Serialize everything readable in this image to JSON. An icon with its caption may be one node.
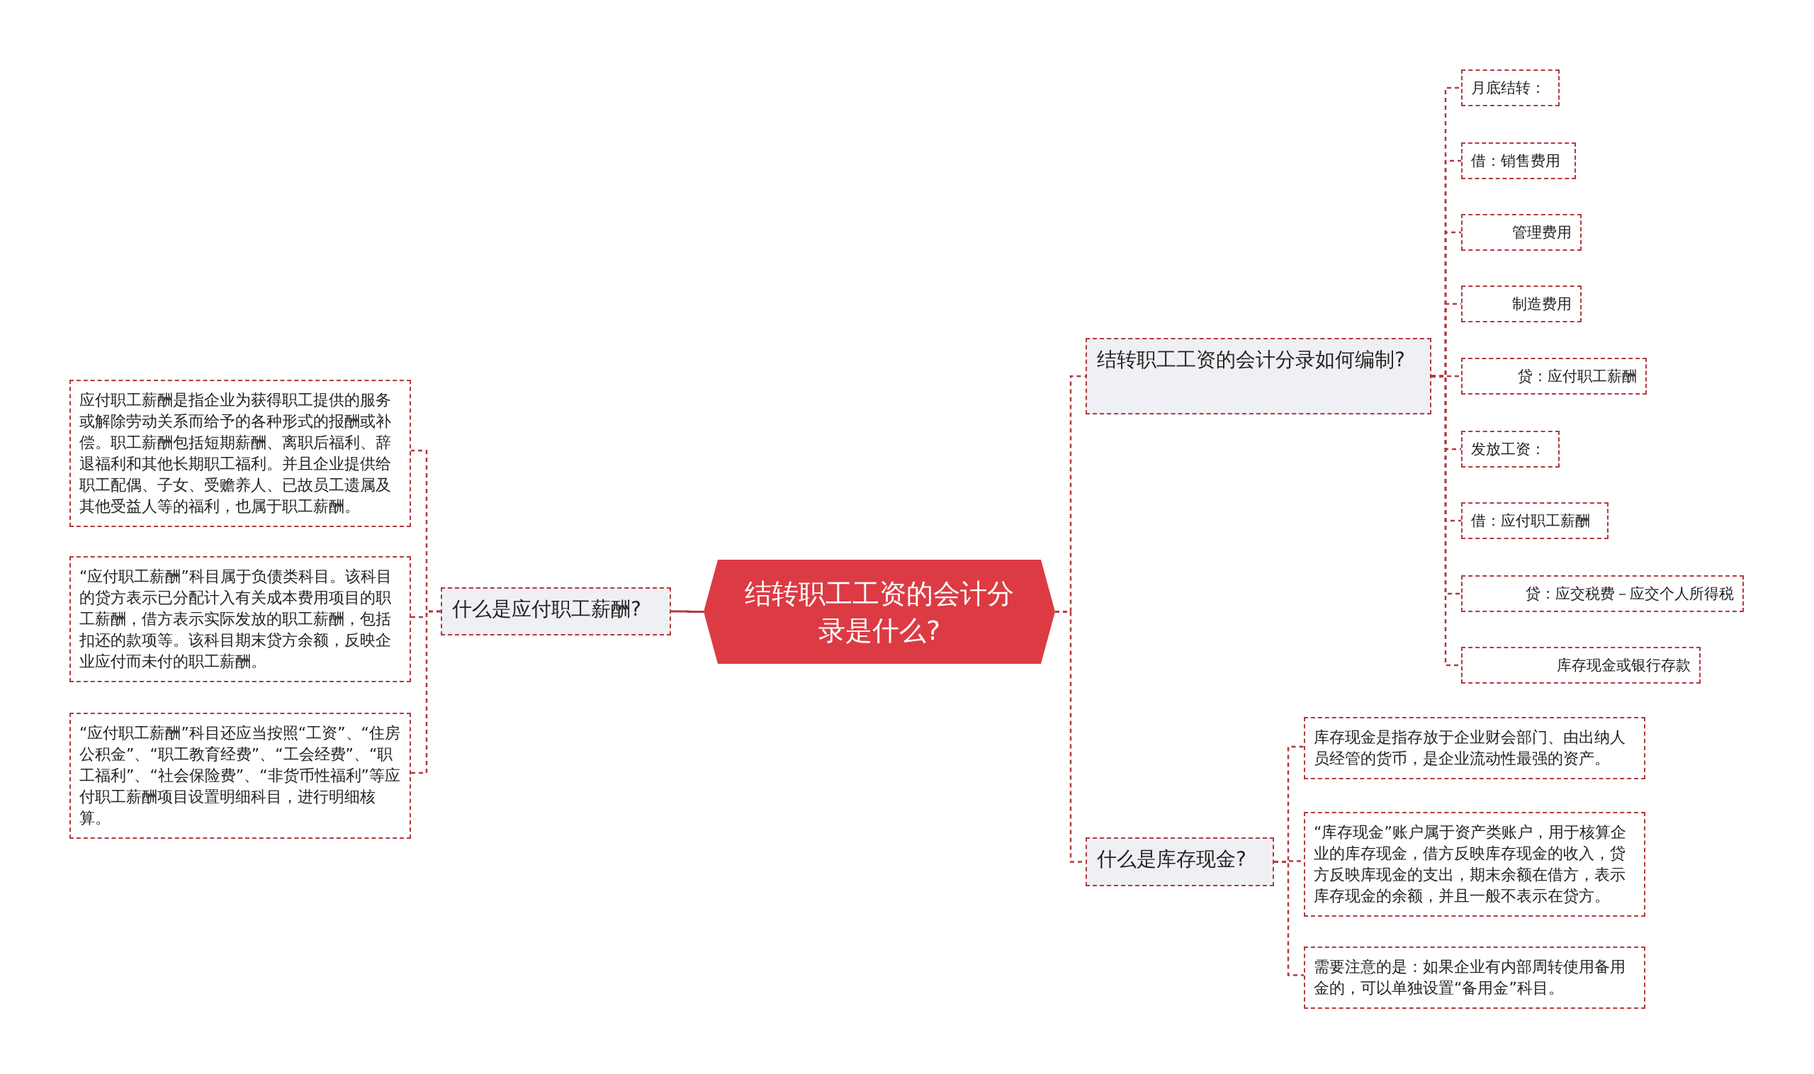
{
  "diagram": {
    "nodes": [
      {
        "text": [
          "结转职工工资的会计分录是什么?"
        ]
      },
      {
        "text": [
          "什么是应付职工薪酬?"
        ]
      },
      {
        "text": [
          "应付职工薪酬是指企业为获得职工提供的服务或解除劳动关系而给予的各种形式的报酬或补偿。职工薪酬包括短期薪酬、离职后福利、辞退福利和其他长期职工福利。并且企业提供给职工配偶、子女、受赡养人、已故员工遗属及其他受益人等的福利，也属于职工薪酬。"
        ]
      },
      {
        "text": [
          "“应付职工薪酬”科目属于负债类科目。该科目的贷方表示已分配计入有关成本费用项目的职工薪酬，借方表示实际发放的职工薪酬，包括扣还的款项等。该科目期末贷方余额，反映企业应付而未付的职工薪酬。"
        ]
      },
      {
        "text": [
          "“应付职工薪酬”科目还应当按照“工资”、“住房公积金”、“职工教育经费”、“工会经费”、“职工福利”、“社会保险费”、“非货币性福利”等应付职工薪酬项目设置明细科目，进行明细核算。"
        ]
      },
      {
        "text": [
          "结转职工工资的会计分录如何编制?"
        ]
      },
      {
        "text": [
          "月底结转："
        ]
      },
      {
        "text": [
          "借：销售费用"
        ]
      },
      {
        "text": [
          "管理费用"
        ]
      },
      {
        "text": [
          "制造费用"
        ]
      },
      {
        "text": [
          "贷：应付职工薪酬"
        ]
      },
      {
        "text": [
          "发放工资："
        ]
      },
      {
        "text": [
          "借：应付职工薪酬"
        ]
      },
      {
        "text": [
          "贷：应交税费－应交个人所得税"
        ]
      },
      {
        "text": [
          "库存现金或银行存款"
        ]
      },
      {
        "text": [
          "什么是库存现金?"
        ]
      },
      {
        "text": [
          "库存现金是指存放于企业财会部门、由出纳人员经管的货币，是企业流动性最强的资产。"
        ]
      },
      {
        "text": [
          "“库存现金”账户属于资产类账户，用于核算企业的库存现金，借方反映库存现金的收入，贷方反映库现金的支出，期末余额在借方，表示库存现金的余额，并且一般不表示在贷方。"
        ]
      },
      {
        "text": [
          "需要注意的是：如果企业有内部周转使用备用金的，可以单独设置“备用金”科目。"
        ]
      }
    ],
    "edges": [
      {
        "from": 0,
        "to": 1,
        "arrow": "none"
      },
      {
        "from": 1,
        "to": 2,
        "arrow": "none",
        "style": "dashed"
      },
      {
        "from": 1,
        "to": 3,
        "arrow": "none",
        "style": "dashed"
      },
      {
        "from": 1,
        "to": 4,
        "arrow": "none",
        "style": "dashed"
      },
      {
        "from": 0,
        "to": 5,
        "arrow": "none",
        "style": "dashed"
      },
      {
        "from": 5,
        "to": 6,
        "arrow": "none",
        "style": "dashed"
      },
      {
        "from": 5,
        "to": 7,
        "arrow": "none",
        "style": "dashed"
      },
      {
        "from": 5,
        "to": 8,
        "arrow": "none",
        "style": "dashed"
      },
      {
        "from": 5,
        "to": 9,
        "arrow": "none",
        "style": "dashed"
      },
      {
        "from": 5,
        "to": 10,
        "arrow": "none",
        "style": "dashed"
      },
      {
        "from": 5,
        "to": 11,
        "arrow": "none",
        "style": "dashed"
      },
      {
        "from": 5,
        "to": 12,
        "arrow": "none",
        "style": "dashed"
      },
      {
        "from": 5,
        "to": 13,
        "arrow": "none",
        "style": "dashed"
      },
      {
        "from": 5,
        "to": 14,
        "arrow": "none",
        "style": "dashed"
      },
      {
        "from": 0,
        "to": 15,
        "arrow": "none",
        "style": "dashed"
      },
      {
        "from": 15,
        "to": 16,
        "arrow": "none",
        "style": "dashed"
      },
      {
        "from": 15,
        "to": 17,
        "arrow": "none",
        "style": "dashed"
      },
      {
        "from": 15,
        "to": 18,
        "arrow": "none",
        "style": "dashed"
      }
    ]
  }
}
